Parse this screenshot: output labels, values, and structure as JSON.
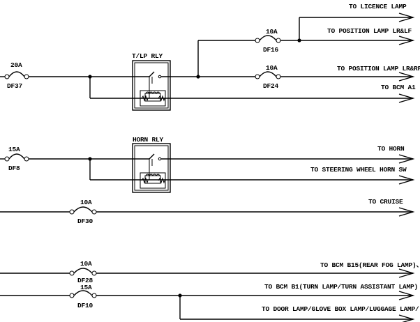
{
  "fuses": {
    "df37": {
      "rating": "20A",
      "id": "DF37"
    },
    "df16": {
      "rating": "10A",
      "id": "DF16"
    },
    "df24": {
      "rating": "10A",
      "id": "DF24"
    },
    "df8": {
      "rating": "15A",
      "id": "DF8"
    },
    "df30": {
      "rating": "10A",
      "id": "DF30"
    },
    "df28": {
      "rating": "10A",
      "id": "DF28"
    },
    "df10": {
      "rating": "15A",
      "id": "DF10"
    }
  },
  "relays": {
    "tlp": {
      "label": "T/LP  RLY"
    },
    "horn": {
      "label": "HORN RLY"
    }
  },
  "outputs": {
    "licence_lamp": "TO LICENCE LAMP",
    "position_lf": "TO POSITION LAMP LR&LF",
    "position_rr": "TO POSITION LAMP LR&RF",
    "bcm_a1": "TO BCM A1",
    "horn": "TO HORN",
    "steering_horn": "TO STEERING WHEEL HORN SW",
    "cruise": "TO CRUISE",
    "bcm_b15": "TO BCM B15(REAR FOG LAMP)、",
    "bcm_b1": "TO BCM B1(TURN LAMP/TURN ASSISTANT LAMP)",
    "door_lamp": "TO DOOR LAMP/GLOVE BOX LAMP/LUGGAGE LAMP/"
  },
  "colors": {
    "line": "#000000",
    "background": "#ffffff"
  }
}
